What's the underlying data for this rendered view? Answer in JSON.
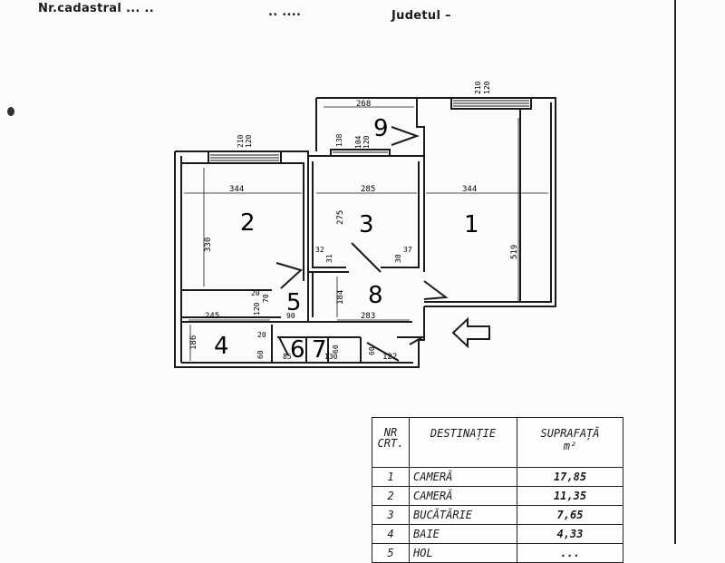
{
  "header": {
    "nr_cadastral": "Nr.cadastral ... ..",
    "dots": "..  ....",
    "judetul": "Judetul –"
  },
  "rooms": [
    "1",
    "2",
    "3",
    "4",
    "5",
    "6",
    "7",
    "8",
    "9"
  ],
  "dimensions": {
    "d268": "268",
    "d210a": "210",
    "d120a": "120",
    "d210b": "210",
    "d120b": "120",
    "d138": "138",
    "d104": "104",
    "d120c": "120",
    "d344a": "344",
    "d285": "285",
    "d344b": "344",
    "d275": "275",
    "d330": "330",
    "d519": "519",
    "d32": "32",
    "d31": "31",
    "d37": "37",
    "d30": "30",
    "d20": "20",
    "d70": "70",
    "d120d": "120",
    "d184": "184",
    "d245": "245",
    "d90": "90",
    "d283": "283",
    "d186": "186",
    "d20b": "20",
    "d60": "60",
    "d85": "85",
    "d130": "130",
    "d60b": "60",
    "d60c": "60",
    "d122": "122"
  },
  "table": {
    "headers": {
      "nr": "NR",
      "crt": "CRT.",
      "destinatie": "DESTINAȚIE",
      "suprafata": "SUPRAFAȚĂ",
      "unit": "m²"
    },
    "rows": [
      {
        "nr": "1",
        "destinatie": "CAMERĂ",
        "suprafata": "17,85"
      },
      {
        "nr": "2",
        "destinatie": "CAMERĂ",
        "suprafata": "11,35"
      },
      {
        "nr": "3",
        "destinatie": "BUCĂTĂRIE",
        "suprafata": "7,65"
      },
      {
        "nr": "4",
        "destinatie": "BAIE",
        "suprafata": "4,33"
      },
      {
        "nr": "5",
        "destinatie": "HOL",
        "suprafata": "..."
      }
    ]
  }
}
